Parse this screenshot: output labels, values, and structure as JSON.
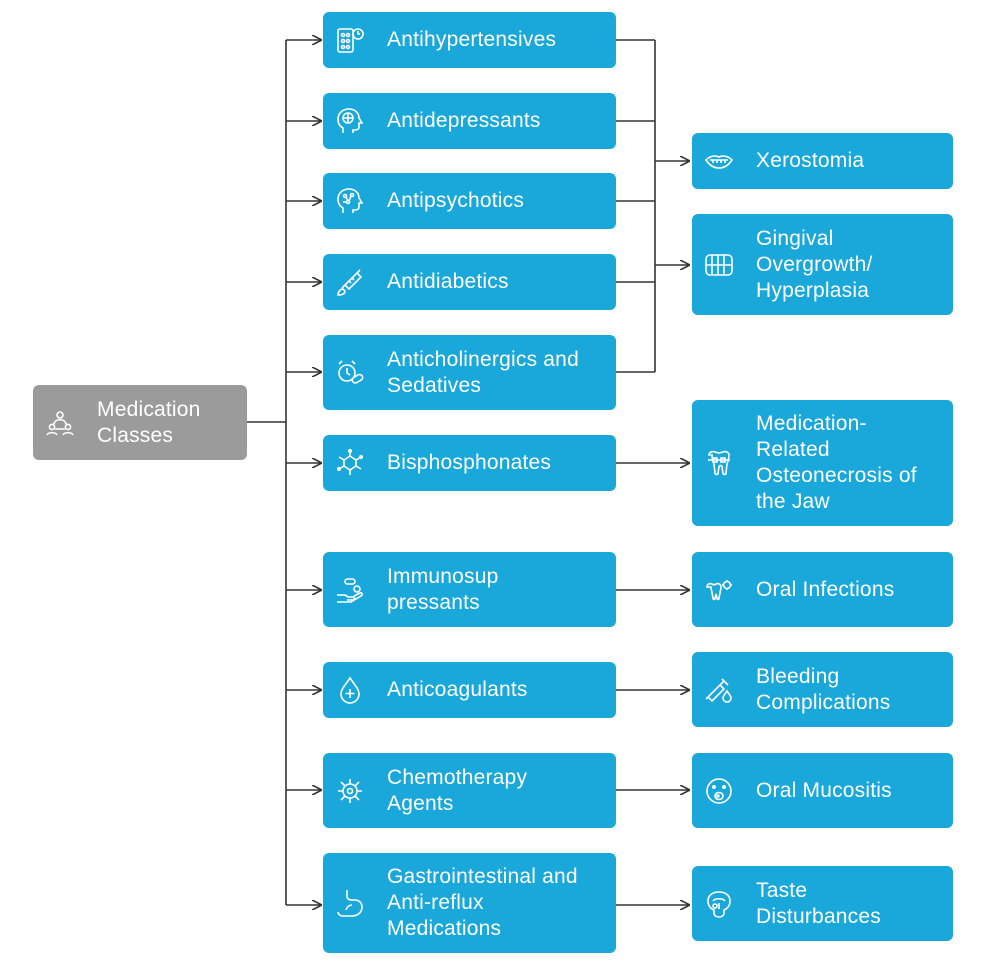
{
  "root": {
    "label": "Medication Classes",
    "icon": "people-network-icon"
  },
  "medications": [
    {
      "label": "Antihypertensives",
      "icon": "pill-blister-icon"
    },
    {
      "label": "Antidepressants",
      "icon": "head-brain-icon"
    },
    {
      "label": "Antipsychotics",
      "icon": "head-neurons-icon"
    },
    {
      "label": "Antidiabetics",
      "icon": "insulin-pen-icon"
    },
    {
      "label": "Anticholinergics and Sedatives",
      "icon": "alarm-pill-icon"
    },
    {
      "label": "Bisphosphonates",
      "icon": "molecule-icon"
    },
    {
      "label": "Immunosup pressants",
      "icon": "hand-pills-icon"
    },
    {
      "label": "Anticoagulants",
      "icon": "blood-drop-cross-icon"
    },
    {
      "label": "Chemotherapy Agents",
      "icon": "cell-virus-icon"
    },
    {
      "label": "Gastrointestinal and Anti-reflux Medications",
      "icon": "stomach-icon"
    }
  ],
  "effects": [
    {
      "label": "Xerostomia",
      "icon": "mouth-icon"
    },
    {
      "label": "Gingival Overgrowth/ Hyperplasia",
      "icon": "teeth-icon"
    },
    {
      "label": "Medication-Related Osteonecrosis of the Jaw",
      "icon": "tooth-braces-icon"
    },
    {
      "label": "Oral Infections",
      "icon": "teeth-germ-icon"
    },
    {
      "label": "Bleeding Complications",
      "icon": "syringe-drop-icon"
    },
    {
      "label": "Oral Mucositis",
      "icon": "sore-face-icon"
    },
    {
      "label": "Taste Disturbances",
      "icon": "tongue-icon"
    }
  ],
  "colors": {
    "box": "#1aa7d9",
    "root": "#9b9b9b",
    "line": "#333333",
    "text": "#ffffff"
  }
}
